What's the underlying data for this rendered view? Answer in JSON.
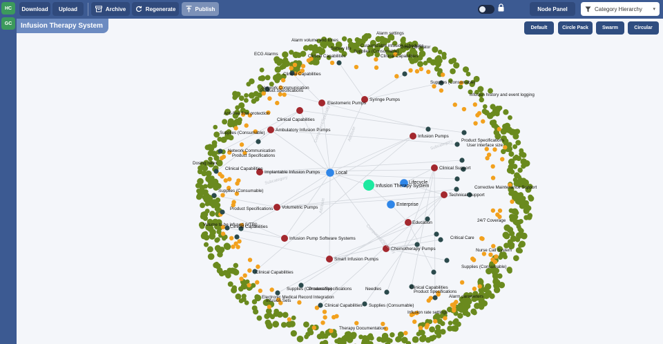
{
  "sidebar": {
    "buttons": [
      {
        "label": "HC"
      },
      {
        "label": "GC"
      }
    ]
  },
  "toolbar": {
    "download_label": "Download",
    "upload_label": "Upload",
    "archive_label": "Archive",
    "regenerate_label": "Regenerate",
    "publish_label": "Publish",
    "node_panel_label": "Node Panel",
    "hierarchy_select": {
      "selected": "Category Hierarchy"
    }
  },
  "graph_title": "Infusion Therapy System",
  "layout_buttons": [
    {
      "label": "Default"
    },
    {
      "label": "Circle Pack"
    },
    {
      "label": "Swarm"
    },
    {
      "label": "Circular"
    }
  ],
  "colors": {
    "root": "#1de9a0",
    "scope": "#2f86e8",
    "category": "#a3282e",
    "group": "#2b4a4c",
    "attribute": "#f2a11e",
    "leaf": "#6a8a1e",
    "edge": "#d2d6dc",
    "toolbar": "#3c5a92"
  },
  "graph": {
    "root": {
      "label": "Infusion Therapy System"
    },
    "scopes": [
      {
        "label": "Local"
      },
      {
        "label": "Lifecycle"
      },
      {
        "label": "Enterprise"
      }
    ],
    "categories": [
      {
        "label": "Syringe Pumps"
      },
      {
        "label": "Elastomeric Pumps"
      },
      {
        "label": ""
      },
      {
        "label": "Ambulatory Infusion Pumps"
      },
      {
        "label": "Implantable Infusion Pumps"
      },
      {
        "label": "Volumetric Pumps"
      },
      {
        "label": "Infusion Pump Software Systems"
      },
      {
        "label": "Smart Infusion Pumps"
      },
      {
        "label": "Chemotherapy Pumps"
      },
      {
        "label": "Education"
      },
      {
        "label": "Technical Support"
      },
      {
        "label": "Clinical Support"
      },
      {
        "label": "Infusion Pumps"
      }
    ],
    "edge_labels": [
      "Component/Specialty",
      "Attribute",
      "Subcategory"
    ],
    "outer_labels": [
      "Alarm settings",
      "Alarm volume and tones",
      "Battery life",
      "Customizable infusion schedules",
      "Supplies (Consumable)",
      "Dose calculator",
      "Clinical Capabilities",
      "Clinical Capabilities",
      "ECG Alarms",
      "Clinical Capabilities",
      "Network Communication",
      "Product Specifications",
      "Supplies (Consumable)",
      "Infusion history and event logging",
      "Anti-free flow protection",
      "Clinical Capabilities",
      "Supplies (Consumable)",
      "Product Specifications",
      "User interface size",
      "Network Communication",
      "Product Specifications",
      "Clinical Capabilities",
      "Dosing rates",
      "Supplies (Consumable)",
      "Corrective Maintenance Support",
      "Product Specifications",
      "Volume to be infused (VTBI)",
      "Clinical Capabilities",
      "24/7 Coverage",
      "Critical Care",
      "Nurse Call System",
      "Clinical Capabilities",
      "Supplies (Consumable)",
      "Product Specifications",
      "Supplies (Consumable)",
      "Needles",
      "Clinical Capabilities",
      "Electronic Medical Record Integration",
      "Product Specifications",
      "Alarm parameters",
      "Infusion Sets",
      "Clinical Capabilities",
      "Supplies (Consumable)",
      "Infusion rate settings",
      "Therapy Documentation"
    ]
  }
}
